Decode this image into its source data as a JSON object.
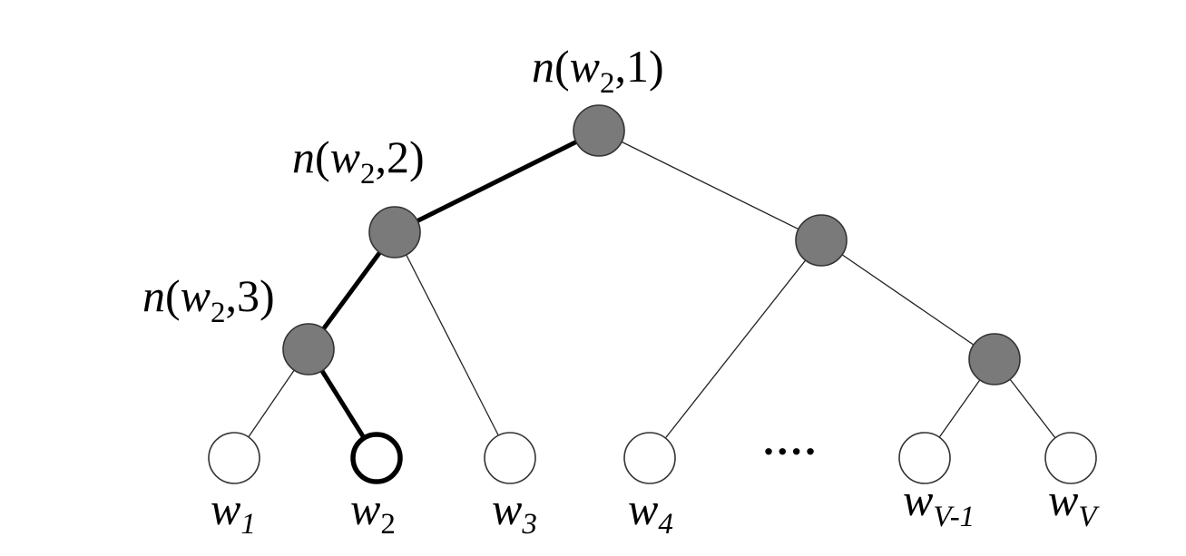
{
  "node_labels": {
    "root": {
      "fn": "n",
      "open": "(",
      "var": "w",
      "sub": "2",
      "sep": ",",
      "level": "1",
      "close": ")"
    },
    "level2": {
      "fn": "n",
      "open": "(",
      "var": "w",
      "sub": "2",
      "sep": ",",
      "level": "2",
      "close": ")"
    },
    "level3": {
      "fn": "n",
      "open": "(",
      "var": "w",
      "sub": "2",
      "sep": ",",
      "level": "3",
      "close": ")"
    }
  },
  "leaves": [
    {
      "var": "w",
      "sub": "1"
    },
    {
      "var": "w",
      "sub": "2"
    },
    {
      "var": "w",
      "sub": "3"
    },
    {
      "var": "w",
      "sub": "4"
    },
    {
      "var": "w",
      "sub": "V-1"
    },
    {
      "var": "w",
      "sub": "V"
    }
  ],
  "ellipsis": "····"
}
